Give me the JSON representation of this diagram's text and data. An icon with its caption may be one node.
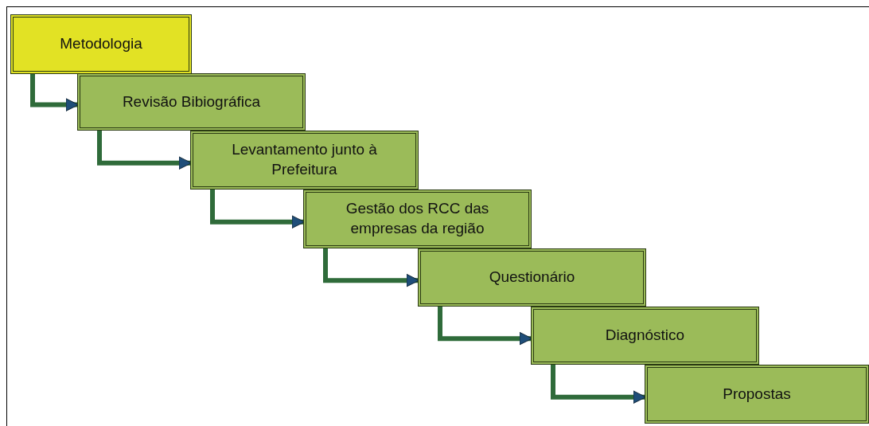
{
  "diagram": {
    "nodes": [
      {
        "text": [
          "Metodologia"
        ]
      },
      {
        "text": [
          "Revisão Bibiográfica"
        ]
      },
      {
        "text": [
          "Levantamento junto à Prefeitura"
        ]
      },
      {
        "text": [
          "Gestão dos RCC das empresas da região"
        ]
      },
      {
        "text": [
          "Questionário"
        ]
      },
      {
        "text": [
          "Diagnóstico"
        ]
      },
      {
        "text": [
          "Propostas"
        ]
      }
    ],
    "edges": [
      {
        "from": 0,
        "to": 1,
        "arrow": "to"
      },
      {
        "from": 1,
        "to": 2,
        "arrow": "to"
      },
      {
        "from": 2,
        "to": 3,
        "arrow": "to"
      },
      {
        "from": 3,
        "to": 4,
        "arrow": "to"
      },
      {
        "from": 4,
        "to": 5,
        "arrow": "to"
      },
      {
        "from": 5,
        "to": 6,
        "arrow": "to"
      }
    ]
  }
}
